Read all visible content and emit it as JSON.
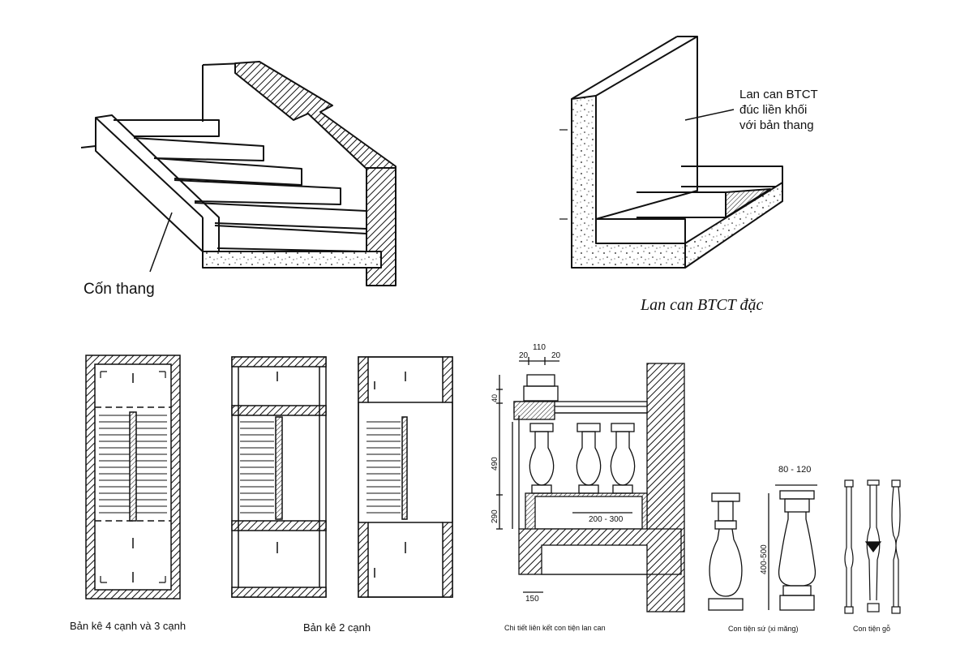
{
  "labels": {
    "con_thang": "Cốn thang",
    "lan_can_btct_line1": "Lan can BTCT",
    "lan_can_btct_line2": "đúc liền khối",
    "lan_can_btct_line3": "với bản thang",
    "lan_can_btct_dac": "Lan can BTCT đặc",
    "ban_ke_4_3": "Bản kê 4 cạnh và 3 cạnh",
    "ban_ke_2": "Bản kê 2 cạnh",
    "chi_tiet": "Chi tiết liên kết con tiện lan can",
    "con_tien_su": "Con tiện sứ (xi măng)",
    "con_tien_go": "Con tiện gỗ"
  },
  "dimensions": {
    "d110": "110",
    "d20a": "20",
    "d20b": "20",
    "d40": "40",
    "d490": "490",
    "d290": "290",
    "d200_300": "200 - 300",
    "d150": "150",
    "d80_120": "80 - 120",
    "d400_500": "400-500"
  }
}
